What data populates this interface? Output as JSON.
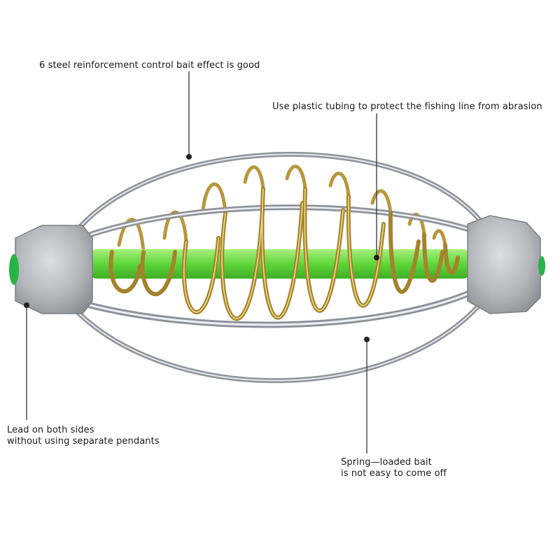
{
  "annotations": {
    "steel_reinforcement": "6 steel reinforcement control bait effect is good",
    "plastic_tubing": "Use plastic tubing to protect the fishing line from abrasion",
    "lead_sides": {
      "line1": "Lead on both sides",
      "line2": "without using separate pendants"
    },
    "spring_bait": {
      "line1": "Spring—loaded bait",
      "line2": "is not easy to come off"
    }
  },
  "colors": {
    "background": "#ffffff",
    "text": "#1a1a1a",
    "steel_wire": "#9a9ea4",
    "steel_highlight": "#e4e7ea",
    "spring_gold": "#b8973a",
    "spring_highlight": "#f0dc8a",
    "tube_green": "#6ee04a",
    "lead_grey": "#b9bcc0",
    "leader_line": "#333333"
  }
}
